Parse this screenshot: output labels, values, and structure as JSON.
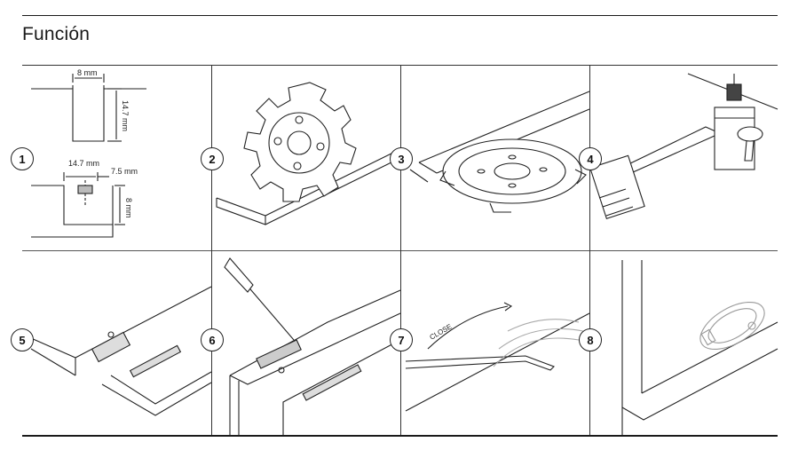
{
  "page": {
    "title": "Función"
  },
  "steps": [
    {
      "number": "1"
    },
    {
      "number": "2"
    },
    {
      "number": "3"
    },
    {
      "number": "4"
    },
    {
      "number": "5"
    },
    {
      "number": "6"
    },
    {
      "number": "7"
    },
    {
      "number": "8"
    }
  ],
  "dimensions": {
    "width_top": "8 mm",
    "height_top": "14.7 mm",
    "width_bottom": "14.7 mm",
    "offset_bottom": "7.5 mm",
    "height_bottom": "8 mm"
  },
  "labels": {
    "close": "CLOSE"
  },
  "colors": {
    "line": "#1a1a1a",
    "background": "#ffffff"
  }
}
